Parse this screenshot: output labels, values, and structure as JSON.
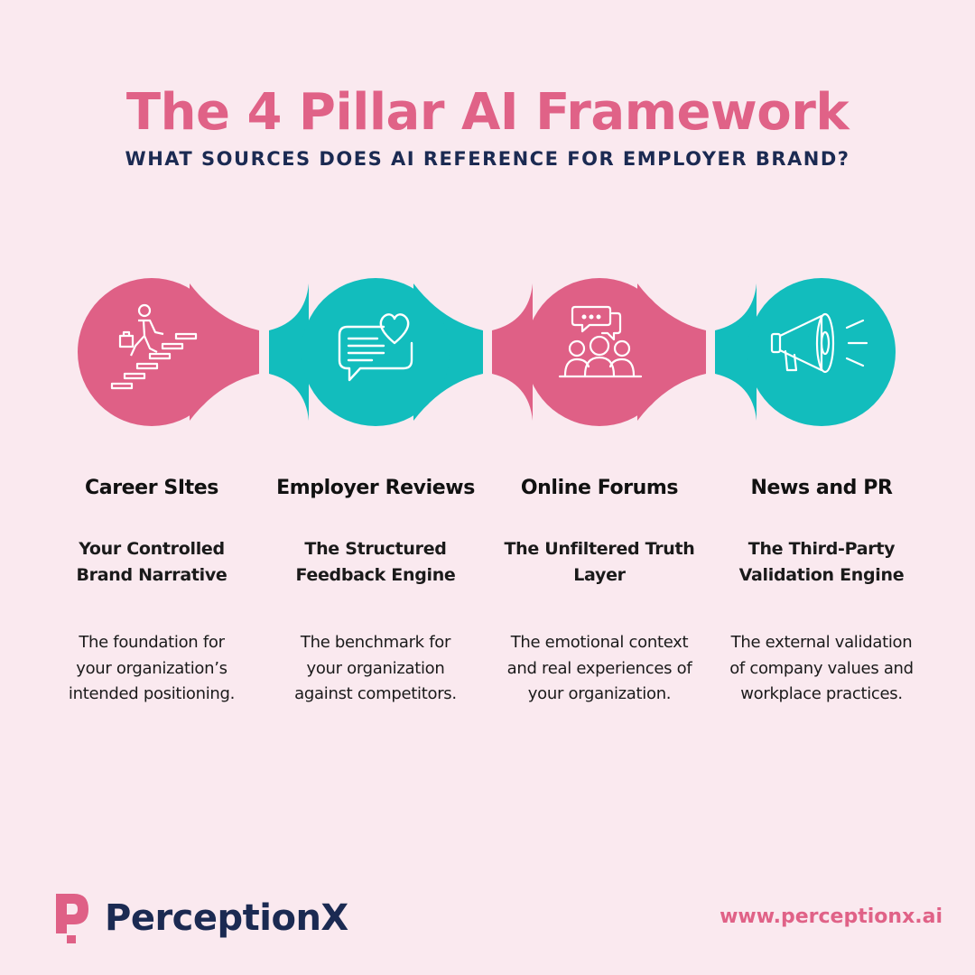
{
  "header": {
    "title": "The 4 Pillar AI Framework",
    "subtitle": "WHAT SOURCES DOES AI REFERENCE FOR EMPLOYER BRAND?"
  },
  "colors": {
    "background": "#fae9ef",
    "pink": "#df6086",
    "teal": "#12bdbd",
    "navy": "#1b2a52"
  },
  "pillars": [
    {
      "name": "Career SItes",
      "tagline": "Your Controlled\nBrand Narrative",
      "description": "The foundation for\nyour organization’s\nintended positioning.",
      "icon": "person-climbing-stairs-icon",
      "color": "pink"
    },
    {
      "name": "Employer Reviews",
      "tagline": "The Structured\nFeedback Engine",
      "description": "The benchmark for\nyour organization\nagainst competitors.",
      "icon": "chat-heart-icon",
      "color": "teal"
    },
    {
      "name": "Online Forums",
      "tagline": "The Unfiltered Truth\nLayer",
      "description": "The emotional context\nand real experiences of\nyour organization.",
      "icon": "group-discussion-icon",
      "color": "pink"
    },
    {
      "name": "News and PR",
      "tagline": "The Third-Party\nValidation Engine",
      "description": "The external validation\nof company values and\nworkplace practices.",
      "icon": "megaphone-icon",
      "color": "teal"
    }
  ],
  "footer": {
    "brand": "PerceptionX",
    "url": "www.perceptionx.ai"
  }
}
